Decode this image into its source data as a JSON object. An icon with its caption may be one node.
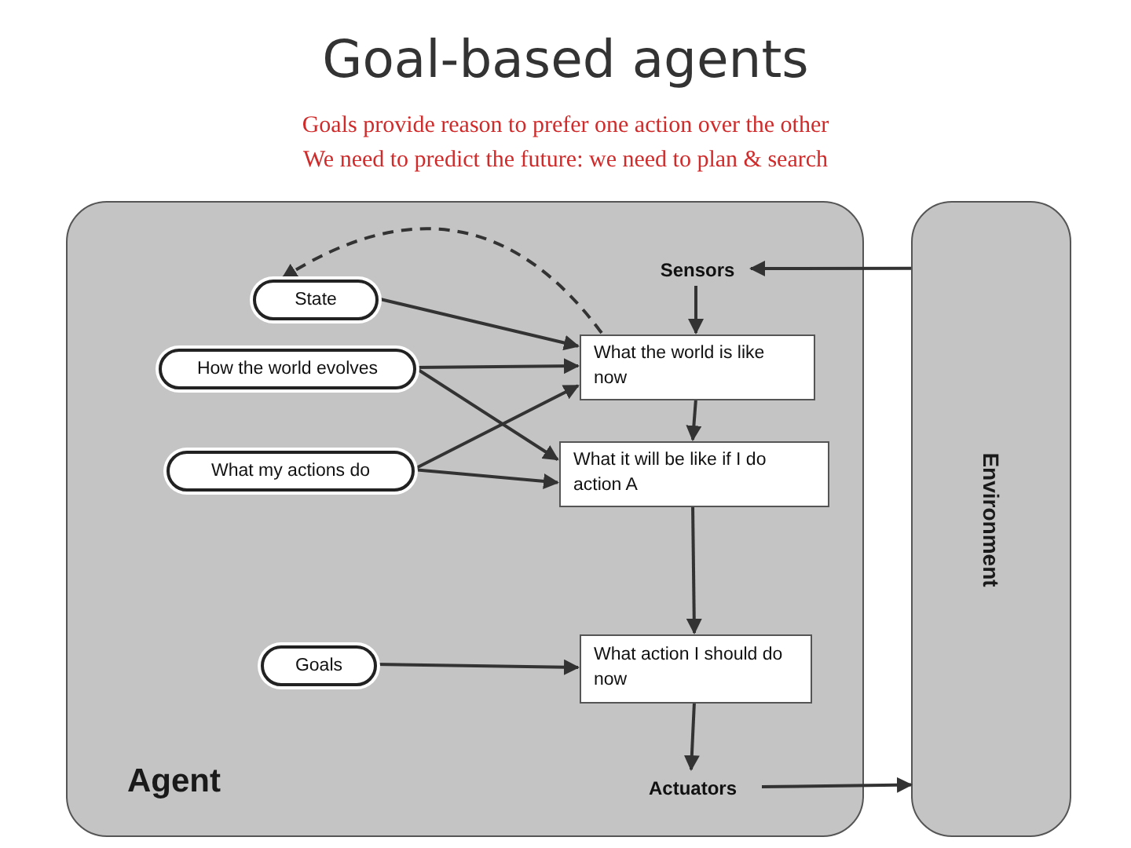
{
  "diagram": {
    "title": "Goal-based agents",
    "nodes": [
      {
        "text": [
          "Agent"
        ]
      },
      {
        "text": [
          "Environment"
        ]
      },
      {
        "text": [
          "Sensors"
        ],
        "in": 0
      },
      {
        "text": [
          "State"
        ],
        "in": 0
      },
      {
        "text": [
          "How the world evolves"
        ],
        "in": 0
      },
      {
        "text": [
          "What my actions do"
        ],
        "in": 0
      },
      {
        "text": [
          "What the world is like now"
        ],
        "in": 0
      },
      {
        "text": [
          "What it will be like if I do action A"
        ],
        "in": 0
      },
      {
        "text": [
          "Goals"
        ],
        "in": 0
      },
      {
        "text": [
          "What action I should do now"
        ],
        "in": 0
      },
      {
        "text": [
          "Actuators"
        ],
        "in": 0
      }
    ],
    "edges": [
      {
        "from": 1,
        "to": 2,
        "arrow": "to"
      },
      {
        "from": 2,
        "to": 6,
        "arrow": "to"
      },
      {
        "from": 3,
        "to": 6,
        "arrow": "to"
      },
      {
        "from": 4,
        "to": 6,
        "arrow": "to"
      },
      {
        "from": 4,
        "to": 7,
        "arrow": "to"
      },
      {
        "from": 5,
        "to": 6,
        "arrow": "to"
      },
      {
        "from": 5,
        "to": 7,
        "arrow": "to"
      },
      {
        "from": 6,
        "to": 7,
        "arrow": "to"
      },
      {
        "from": 7,
        "to": 9,
        "arrow": "to"
      },
      {
        "from": 8,
        "to": 9,
        "arrow": "to"
      },
      {
        "from": 9,
        "to": 10,
        "arrow": "to"
      },
      {
        "from": 10,
        "to": 1,
        "arrow": "to"
      },
      {
        "from": 6,
        "to": 3,
        "arrow": "to",
        "style": "dashed"
      }
    ],
    "labels": [
      "Goals provide reason to prefer one action over the other",
      "We need to predict the future: we need to plan & search"
    ]
  }
}
